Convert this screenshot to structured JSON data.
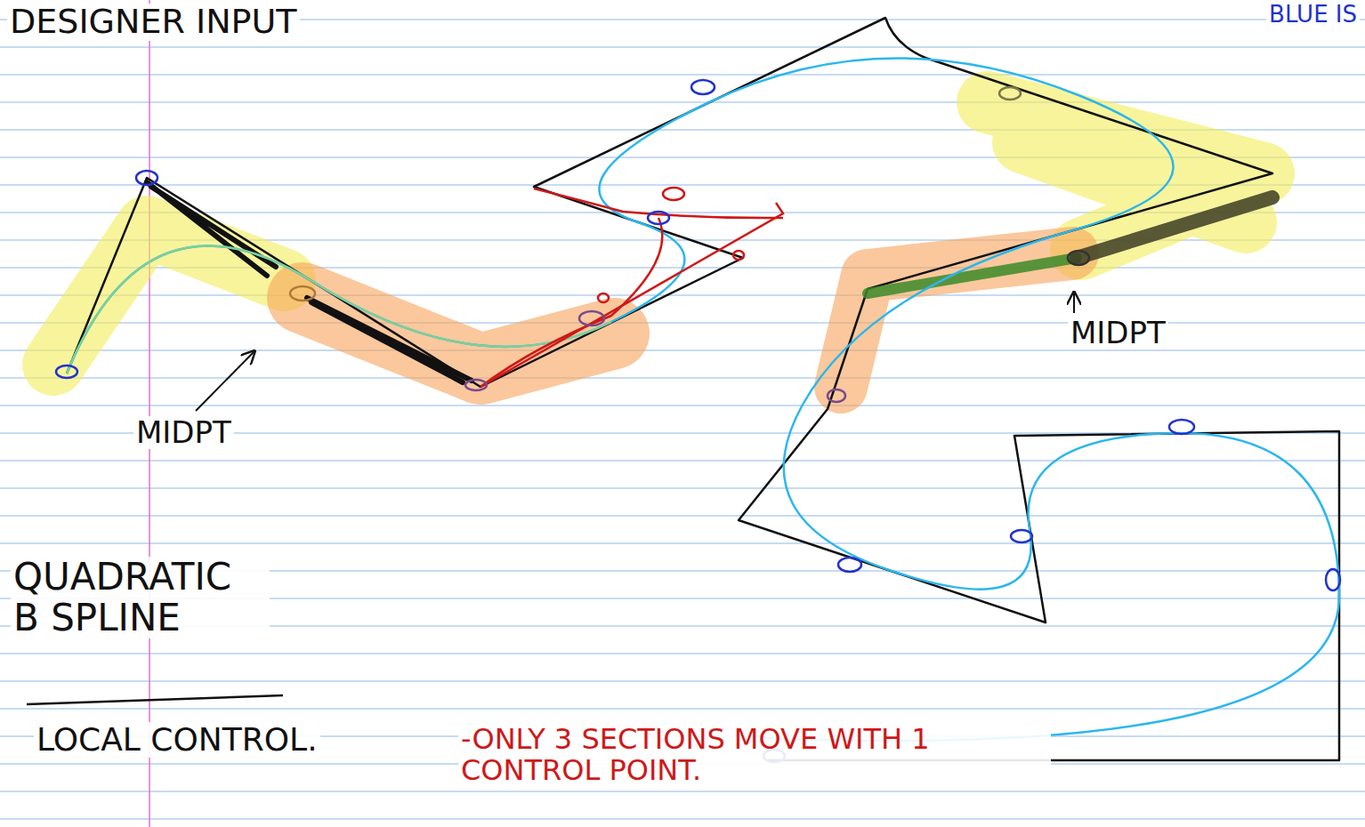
{
  "diagram": {
    "title": "DESIGNER INPUT",
    "labels": [
      "BLUE IS",
      "MIDPT",
      "MIDPT",
      "QUADRATIC B SPLINE",
      "LOCAL CONTROL.",
      "-ONLY 3 SECTIONS MOVE WITH 1 CONTROL POINT."
    ]
  }
}
